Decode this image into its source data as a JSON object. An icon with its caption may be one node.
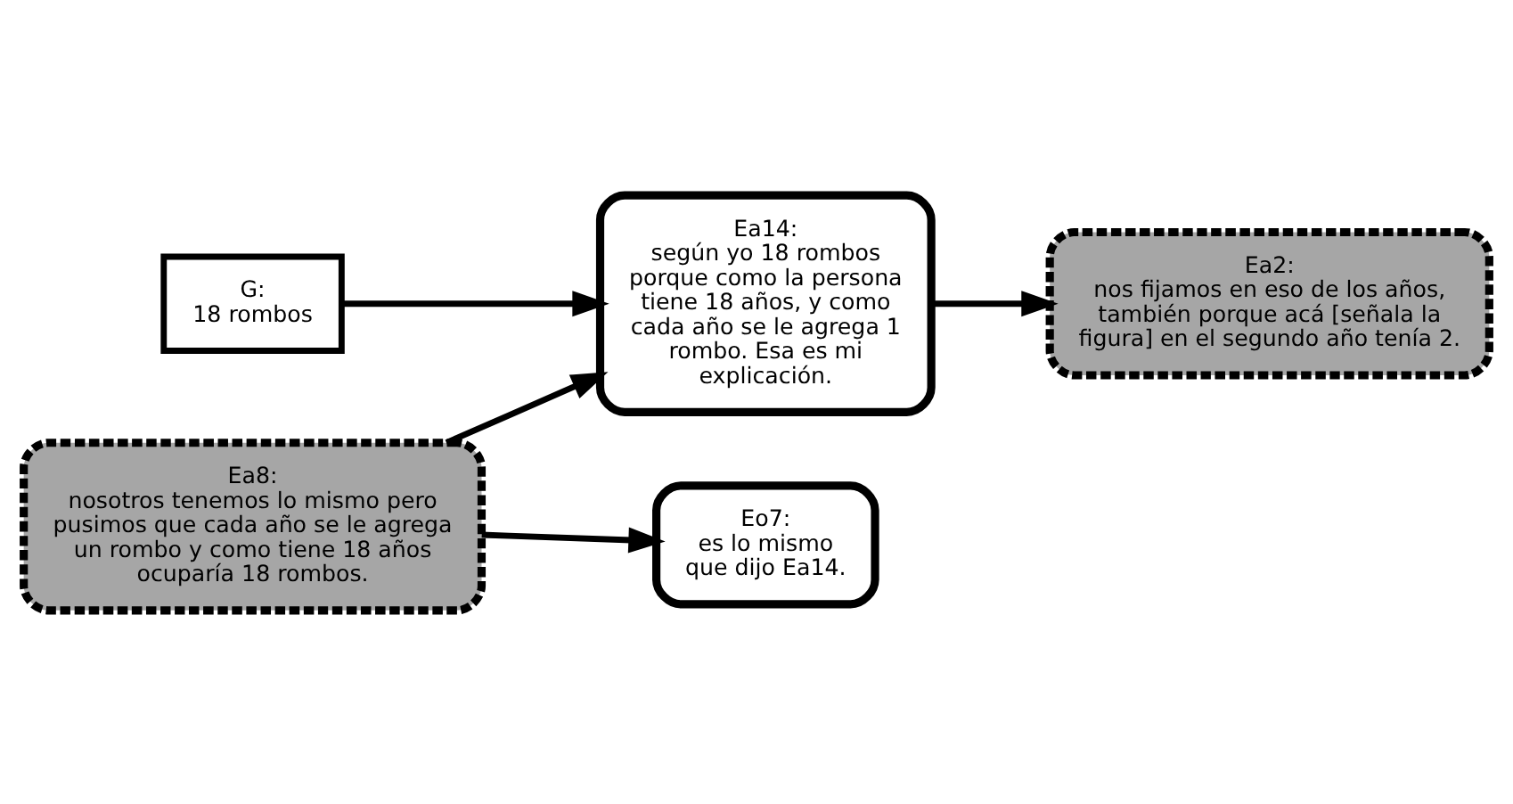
{
  "diagram": {
    "nodes": [
      {
        "text": [
          "G:",
          "18 rombos"
        ]
      },
      {
        "text": [
          "Ea8:",
          "nosotros tenemos lo mismo pero pusimos que cada año se le agrega un rombo y como tiene 18 años ocuparía 18 rombos."
        ]
      },
      {
        "text": [
          "Ea14:",
          "según yo 18 rombos porque como la persona tiene 18 años, y como cada año se le agrega 1 rombo. Esa es mi explicación."
        ]
      },
      {
        "text": [
          "Ea2:",
          "nos fijamos en eso de los años, también porque acá [señala la figura] en el segundo año tenía 2."
        ]
      },
      {
        "text": [
          "Eo7:",
          "es lo mismo que dijo Ea14."
        ]
      }
    ],
    "edges": [
      {
        "from": 1,
        "to": 2,
        "arrow": "to"
      },
      {
        "from": 0,
        "to": 2,
        "arrow": "to"
      },
      {
        "from": 1,
        "to": 4,
        "arrow": "to"
      },
      {
        "from": 2,
        "to": 3,
        "arrow": "to"
      }
    ]
  }
}
